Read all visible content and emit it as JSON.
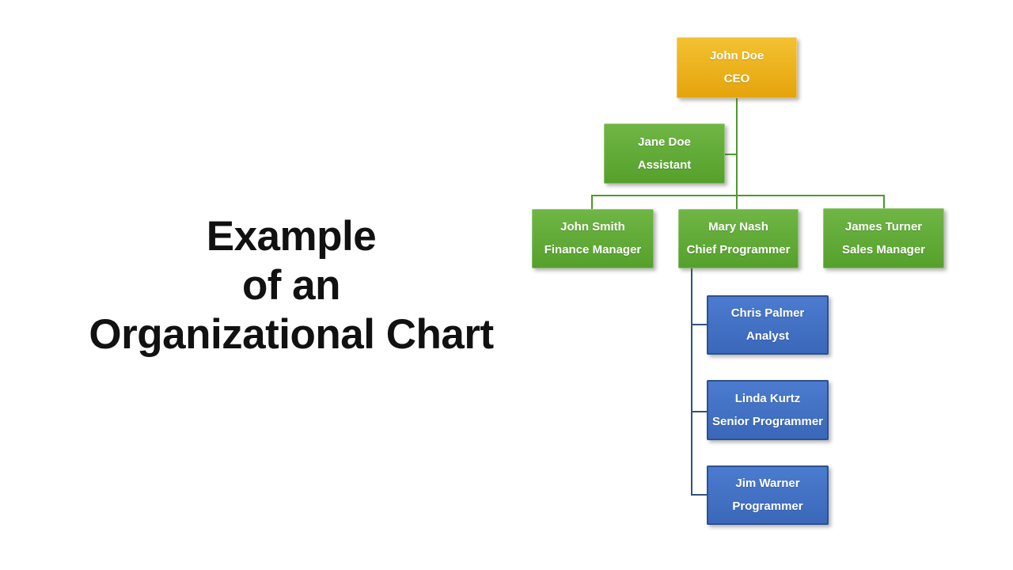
{
  "title": {
    "lines": [
      "Example",
      "of an",
      "Organizational Chart"
    ]
  },
  "org_chart": {
    "nodes": [
      {
        "id": "ceo",
        "name": "John Doe",
        "role": "CEO",
        "color": "gold",
        "reports_to": null
      },
      {
        "id": "assistant",
        "name": "Jane Doe",
        "role": "Assistant",
        "color": "green",
        "reports_to": "ceo"
      },
      {
        "id": "finance",
        "name": "John Smith",
        "role": "Finance Manager",
        "color": "green",
        "reports_to": "ceo"
      },
      {
        "id": "chief",
        "name": "Mary Nash",
        "role": "Chief Programmer",
        "color": "green",
        "reports_to": "ceo"
      },
      {
        "id": "sales",
        "name": "James Turner",
        "role": "Sales Manager",
        "color": "green",
        "reports_to": "ceo"
      },
      {
        "id": "analyst",
        "name": "Chris Palmer",
        "role": "Analyst",
        "color": "blue",
        "reports_to": "chief"
      },
      {
        "id": "senior",
        "name": "Linda Kurtz",
        "role": "Senior Programmer",
        "color": "blue",
        "reports_to": "chief"
      },
      {
        "id": "programmer",
        "name": "Jim Warner",
        "role": "Programmer",
        "color": "blue",
        "reports_to": "chief"
      }
    ]
  },
  "colors": {
    "background": "#FFFFFF",
    "title_color": "#111111",
    "node_text": "#FFFFFF",
    "gold_top": "#F3C232",
    "gold_bottom": "#E5A30B",
    "green_top": "#70B646",
    "green_bottom": "#55A02B",
    "blue_top": "#4C7CD0",
    "blue_bottom": "#3A67B8",
    "blue_border": "#2E5191",
    "green_line": "#4C9A2C",
    "navy_line": "#31517F"
  }
}
